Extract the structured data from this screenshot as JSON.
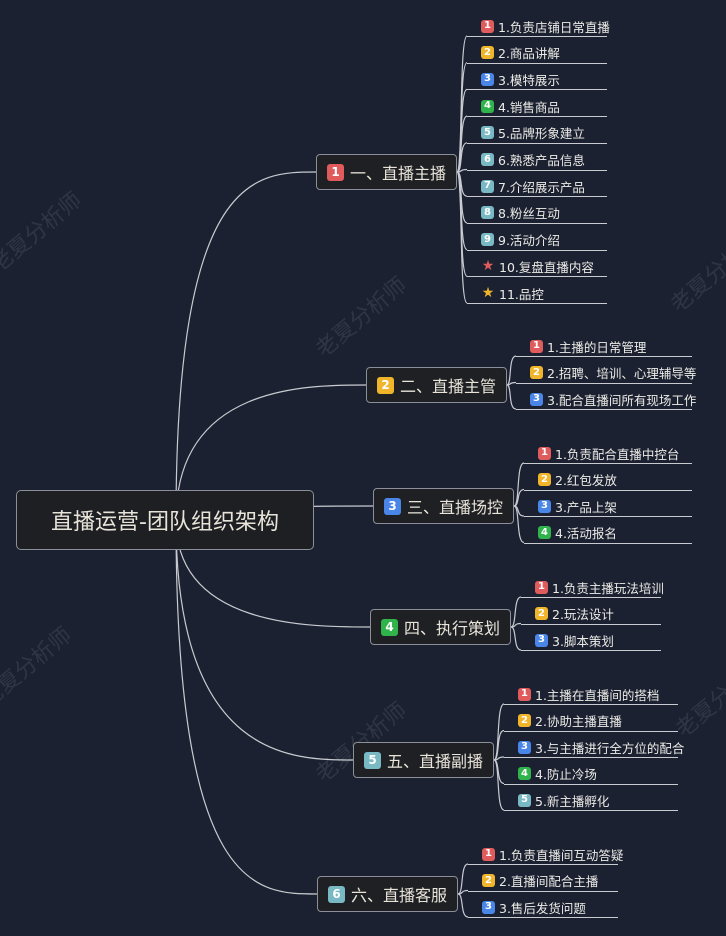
{
  "watermark": "老夏分析师",
  "root": {
    "label": "直播运营-团队组织架构"
  },
  "colors": {
    "background": "#1b2131",
    "line": "#c9cbd0",
    "badge": {
      "1": "#e05c5c",
      "2": "#f0b52a",
      "3": "#4a86e8",
      "4": "#2fb34a",
      "5": "#78b9c4",
      "6": "#78b9c4",
      "7": "#78b9c4",
      "8": "#78b9c4",
      "9": "#78b9c4"
    },
    "star_red": "#e05c5c",
    "star_yellow": "#f0b52a"
  },
  "branches": [
    {
      "badge": "1",
      "label": "一、直播主播",
      "children": [
        {
          "badge": "1",
          "label": "1.负责店铺日常直播"
        },
        {
          "badge": "2",
          "label": "2.商品讲解"
        },
        {
          "badge": "3",
          "label": "3.模特展示"
        },
        {
          "badge": "4",
          "label": "4.销售商品"
        },
        {
          "badge": "5",
          "label": "5.品牌形象建立"
        },
        {
          "badge": "6",
          "label": "6.熟悉产品信息"
        },
        {
          "badge": "7",
          "label": "7.介绍展示产品"
        },
        {
          "badge": "8",
          "label": "8.粉丝互动"
        },
        {
          "badge": "9",
          "label": "9.活动介绍"
        },
        {
          "icon": "star-red",
          "label": "10.复盘直播内容"
        },
        {
          "icon": "star-yellow",
          "label": "11.品控"
        }
      ]
    },
    {
      "badge": "2",
      "label": "二、直播主管",
      "children": [
        {
          "badge": "1",
          "label": "1.主播的日常管理"
        },
        {
          "badge": "2",
          "label": "2.招聘、培训、心理辅导等"
        },
        {
          "badge": "3",
          "label": "3.配合直播间所有现场工作"
        }
      ]
    },
    {
      "badge": "3",
      "label": "三、直播场控",
      "children": [
        {
          "badge": "1",
          "label": "1.负责配合直播中控台"
        },
        {
          "badge": "2",
          "label": "2.红包发放"
        },
        {
          "badge": "3",
          "label": "3.产品上架"
        },
        {
          "badge": "4",
          "label": "4.活动报名"
        }
      ]
    },
    {
      "badge": "4",
      "label": "四、执行策划",
      "children": [
        {
          "badge": "1",
          "label": "1.负责主播玩法培训"
        },
        {
          "badge": "2",
          "label": "2.玩法设计"
        },
        {
          "badge": "3",
          "label": "3.脚本策划"
        }
      ]
    },
    {
      "badge": "5",
      "label": "五、直播副播",
      "children": [
        {
          "badge": "1",
          "label": "1.主播在直播间的搭档"
        },
        {
          "badge": "2",
          "label": "2.协助主播直播"
        },
        {
          "badge": "3",
          "label": "3.与主播进行全方位的配合"
        },
        {
          "badge": "4",
          "label": "4.防止冷场"
        },
        {
          "badge": "5",
          "label": "5.新主播孵化"
        }
      ]
    },
    {
      "badge": "6",
      "label": "六、直播客服",
      "children": [
        {
          "badge": "1",
          "label": "1.负责直播间互动答疑"
        },
        {
          "badge": "2",
          "label": "2.直播间配合主播"
        },
        {
          "badge": "3",
          "label": "3.售后发货问题"
        }
      ]
    }
  ]
}
